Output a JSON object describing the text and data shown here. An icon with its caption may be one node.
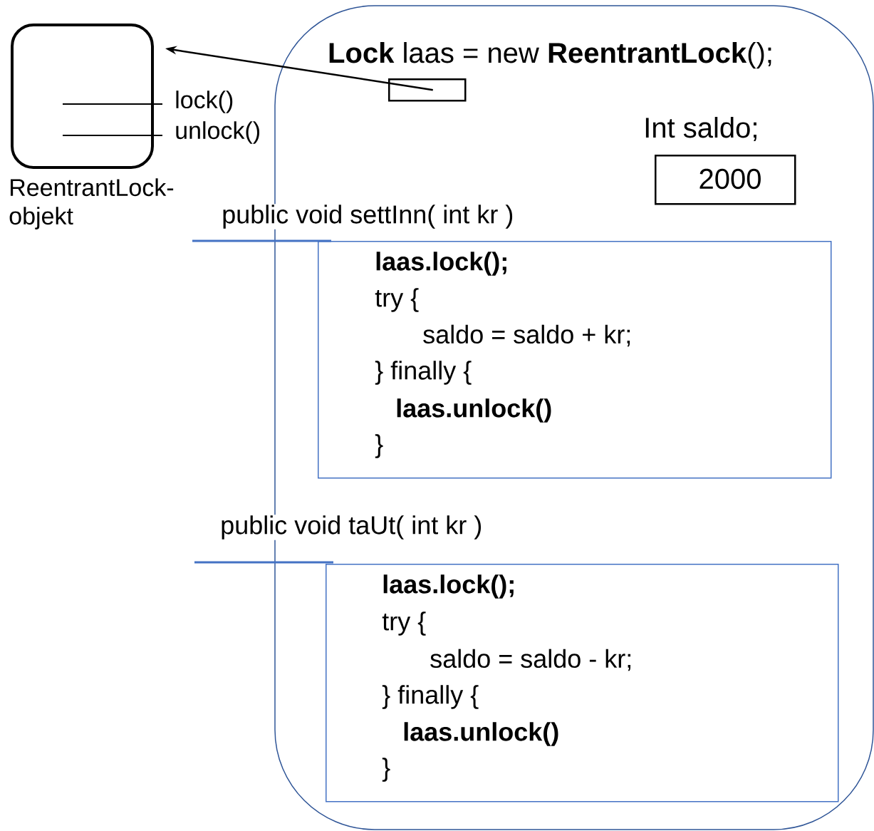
{
  "diagram": {
    "nodes": [
      {
        "text": [],
        "shape": "box",
        "beside": [
          "ReentrantLock-objekt"
        ]
      },
      {
        "text": [
          "**Lock** laas = new **ReentrantLock**();"
        ]
      },
      {
        "text": [],
        "shape": "box",
        "in": 1
      },
      {
        "text": [
          "2000"
        ],
        "beside": [
          "Int saldo;"
        ],
        "in": 1
      },
      {
        "text": [
          "laas.lock();",
          "try {",
          "saldo = saldo + kr;",
          "}  finally {",
          "laas.unlock()",
          "}"
        ],
        "beside": [
          "public void settInn( int kr )"
        ],
        "in": 1
      },
      {
        "text": [
          "laas.lock();",
          "try {",
          "saldo = saldo - kr;",
          "}  finally {",
          "laas.unlock()",
          "}"
        ],
        "beside": [
          "public void  taUt( int kr )"
        ],
        "in": 1
      }
    ],
    "edges": [
      {
        "from": 2,
        "to": 0,
        "arrow": "to"
      }
    ],
    "labels": [
      "lock()",
      "unlock()"
    ]
  }
}
